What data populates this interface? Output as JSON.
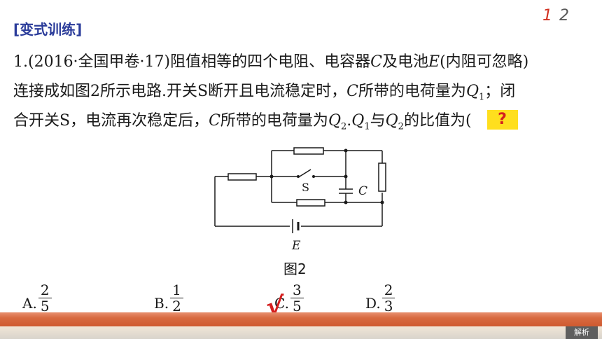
{
  "section_title": "[变式训练]",
  "page_nav": {
    "pages": [
      "1",
      "2"
    ],
    "active": 0
  },
  "problem": {
    "line1": {
      "prefix": "1.(2016·全国甲卷·17)阻值相等的四个电阻、电容器",
      "v1": "C",
      "mid": "及电池",
      "v2": "E",
      "suffix": "(内阻可忽略)"
    },
    "line2": {
      "prefix": "连接成如图2所示电路.开关S断开且电流稳定时，",
      "v1": "C",
      "mid": "所带的电荷量为",
      "q": "Q",
      "qsub": "1",
      "suffix": "；闭"
    },
    "line3": {
      "prefix": "合开关S，电流再次稳定后，",
      "v1": "C",
      "mid": "所带的电荷量为",
      "q2": "Q",
      "q2sub": "2",
      "dot": ".",
      "q1": "Q",
      "q1sub": "1",
      "and": "与",
      "q3": "Q",
      "q3sub": "2",
      "suffix": "的比值为("
    },
    "question_mark": "?"
  },
  "circuit": {
    "switch_label": "S",
    "capacitor_label": "C",
    "battery_label": "E"
  },
  "figure_caption": "图2",
  "options": [
    {
      "label": "A.",
      "num": "2",
      "den": "5"
    },
    {
      "label": "B.",
      "num": "1",
      "den": "2"
    },
    {
      "label": "C.",
      "num": "3",
      "den": "5"
    },
    {
      "label": "D.",
      "num": "2",
      "den": "3"
    }
  ],
  "correct_mark": "√",
  "analysis_button": "解析",
  "colors": {
    "title": "#2b3c9a",
    "accent_red": "#d41f1f",
    "highlight": "#ffdf1e",
    "bar": "#d86a40"
  }
}
